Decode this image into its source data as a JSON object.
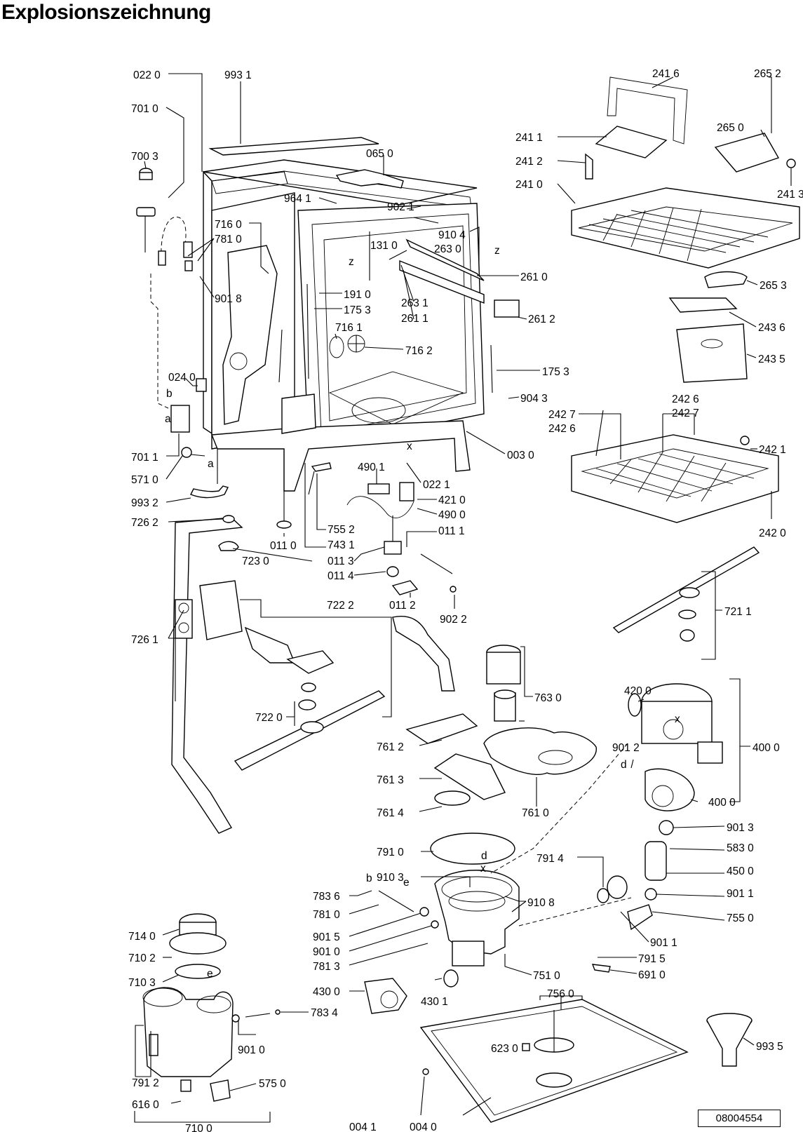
{
  "title": "Explosionszeichnung",
  "document_number": "08004554",
  "parts": [
    {
      "id": "p0220",
      "label": "022 0"
    },
    {
      "id": "p9931",
      "label": "993 1"
    },
    {
      "id": "p7010",
      "label": "701 0"
    },
    {
      "id": "p7003",
      "label": "700 3"
    },
    {
      "id": "p0650",
      "label": "065 0"
    },
    {
      "id": "p9641",
      "label": "964 1"
    },
    {
      "id": "p9021",
      "label": "902 1"
    },
    {
      "id": "p7160",
      "label": "716 0"
    },
    {
      "id": "p7810",
      "label": "781 0"
    },
    {
      "id": "p9104",
      "label": "910 4"
    },
    {
      "id": "p1310",
      "label": "131 0"
    },
    {
      "id": "p2630",
      "label": "263 0"
    },
    {
      "id": "p2610",
      "label": "261 0"
    },
    {
      "id": "p9018",
      "label": "901 8"
    },
    {
      "id": "p1910",
      "label": "191 0"
    },
    {
      "id": "p1753a",
      "label": "175 3"
    },
    {
      "id": "p2631",
      "label": "263 1"
    },
    {
      "id": "p2611",
      "label": "261 1"
    },
    {
      "id": "p2612",
      "label": "261 2"
    },
    {
      "id": "p7161",
      "label": "716 1"
    },
    {
      "id": "p7162",
      "label": "716 2"
    },
    {
      "id": "p1753b",
      "label": "175 3"
    },
    {
      "id": "p0240",
      "label": "024 0"
    },
    {
      "id": "p9043",
      "label": "904 3"
    },
    {
      "id": "p0030",
      "label": "003 0"
    },
    {
      "id": "p7011",
      "label": "701 1"
    },
    {
      "id": "p5710",
      "label": "571 0"
    },
    {
      "id": "p4901",
      "label": "490 1"
    },
    {
      "id": "p0221",
      "label": "022 1"
    },
    {
      "id": "p4210",
      "label": "421 0"
    },
    {
      "id": "p4900",
      "label": "490 0"
    },
    {
      "id": "p9932",
      "label": "993 2"
    },
    {
      "id": "p7262",
      "label": "726 2"
    },
    {
      "id": "p7552",
      "label": "755 2"
    },
    {
      "id": "p0110",
      "label": "011 0"
    },
    {
      "id": "p7431",
      "label": "743 1"
    },
    {
      "id": "p0111",
      "label": "011 1"
    },
    {
      "id": "p7230",
      "label": "723 0"
    },
    {
      "id": "p0113",
      "label": "011 3"
    },
    {
      "id": "p0114",
      "label": "011 4"
    },
    {
      "id": "p0112",
      "label": "011 2"
    },
    {
      "id": "p9022",
      "label": "902 2"
    },
    {
      "id": "p7222",
      "label": "722 2"
    },
    {
      "id": "p7261",
      "label": "726 1"
    },
    {
      "id": "p7220",
      "label": "722 0"
    },
    {
      "id": "p7630",
      "label": "763 0"
    },
    {
      "id": "p7612",
      "label": "761 2"
    },
    {
      "id": "p7613",
      "label": "761 3"
    },
    {
      "id": "p7614",
      "label": "761 4"
    },
    {
      "id": "p7610",
      "label": "761 0"
    },
    {
      "id": "p7910",
      "label": "791 0"
    },
    {
      "id": "p9103",
      "label": "910 3"
    },
    {
      "id": "p7836",
      "label": "783 6"
    },
    {
      "id": "p7810b",
      "label": "781 0"
    },
    {
      "id": "p9015",
      "label": "901 5"
    },
    {
      "id": "p9010a",
      "label": "901 0"
    },
    {
      "id": "p7813",
      "label": "781 3"
    },
    {
      "id": "p4300",
      "label": "430 0"
    },
    {
      "id": "p4301",
      "label": "430 1"
    },
    {
      "id": "p9108",
      "label": "910 8"
    },
    {
      "id": "p7510",
      "label": "751 0"
    },
    {
      "id": "p7914",
      "label": "791 4"
    },
    {
      "id": "p2416",
      "label": "241 6"
    },
    {
      "id": "p2652",
      "label": "265 2"
    },
    {
      "id": "p2411",
      "label": "241 1"
    },
    {
      "id": "p2650",
      "label": "265 0"
    },
    {
      "id": "p2412",
      "label": "241 2"
    },
    {
      "id": "p2410",
      "label": "241 0"
    },
    {
      "id": "p2413",
      "label": "241 3"
    },
    {
      "id": "p2653",
      "label": "265 3"
    },
    {
      "id": "p2436",
      "label": "243 6"
    },
    {
      "id": "p2435",
      "label": "243 5"
    },
    {
      "id": "p2426a",
      "label": "242 6"
    },
    {
      "id": "p2427a",
      "label": "242 7"
    },
    {
      "id": "p2427b",
      "label": "242 7"
    },
    {
      "id": "p2426b",
      "label": "242 6"
    },
    {
      "id": "p2421",
      "label": "242 1"
    },
    {
      "id": "p2420",
      "label": "242 0"
    },
    {
      "id": "p7211",
      "label": "721 1"
    },
    {
      "id": "p4200",
      "label": "420 0"
    },
    {
      "id": "p9012",
      "label": "901 2"
    },
    {
      "id": "p4000a",
      "label": "400 0"
    },
    {
      "id": "p4000b",
      "label": "400 0"
    },
    {
      "id": "p9013",
      "label": "901 3"
    },
    {
      "id": "p5830",
      "label": "583 0"
    },
    {
      "id": "p4500",
      "label": "450 0"
    },
    {
      "id": "p9011a",
      "label": "901 1"
    },
    {
      "id": "p7550",
      "label": "755 0"
    },
    {
      "id": "p9011b",
      "label": "901 1"
    },
    {
      "id": "p7915",
      "label": "791 5"
    },
    {
      "id": "p6910",
      "label": "691 0"
    },
    {
      "id": "p7140",
      "label": "714 0"
    },
    {
      "id": "p7102",
      "label": "710 2"
    },
    {
      "id": "p7103",
      "label": "710 3"
    },
    {
      "id": "p7834",
      "label": "783 4"
    },
    {
      "id": "p9010b",
      "label": "901 0"
    },
    {
      "id": "p7912",
      "label": "791 2"
    },
    {
      "id": "p5750",
      "label": "575 0"
    },
    {
      "id": "p6160",
      "label": "616 0"
    },
    {
      "id": "p7100",
      "label": "710 0"
    },
    {
      "id": "p7560",
      "label": "756 0"
    },
    {
      "id": "p6230",
      "label": "623 0"
    },
    {
      "id": "p0041",
      "label": "004 1"
    },
    {
      "id": "p0040",
      "label": "004 0"
    },
    {
      "id": "p9935",
      "label": "993 5"
    }
  ],
  "markers": [
    "b",
    "a",
    "a",
    "z",
    "z",
    "x",
    "x",
    "x",
    "d",
    "d",
    "b",
    "e",
    "e"
  ]
}
